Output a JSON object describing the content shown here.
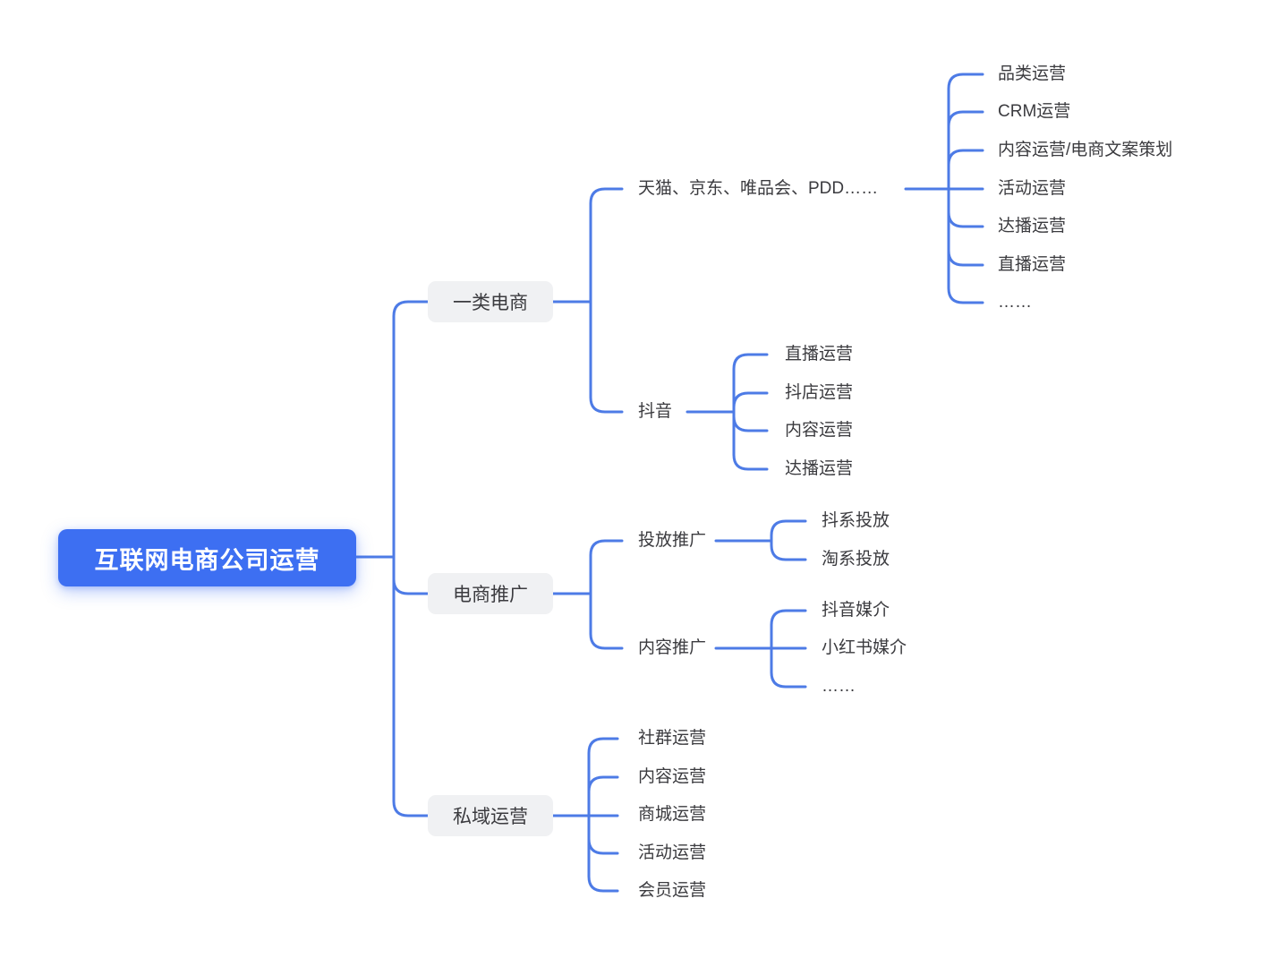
{
  "diagram": {
    "type": "mindmap",
    "title": "互联网电商公司运营",
    "colors": {
      "connector": "#4D7BE6",
      "root_bg": "#3D6FF2",
      "root_text": "#FFFFFF",
      "branch_bg": "#F0F1F3",
      "label_text": "#3B3B3F"
    },
    "root": {
      "label": "互联网电商公司运营"
    },
    "branches": [
      {
        "label": "一类电商",
        "children": [
          {
            "label": "天猫、京东、唯品会、PDD……",
            "children": [
              {
                "label": "品类运营"
              },
              {
                "label": "CRM运营"
              },
              {
                "label": "内容运营/电商文案策划"
              },
              {
                "label": "活动运营"
              },
              {
                "label": "达播运营"
              },
              {
                "label": "直播运营"
              },
              {
                "label": "……"
              }
            ]
          },
          {
            "label": "抖音",
            "children": [
              {
                "label": "直播运营"
              },
              {
                "label": "抖店运营"
              },
              {
                "label": "内容运营"
              },
              {
                "label": "达播运营"
              }
            ]
          }
        ]
      },
      {
        "label": "电商推广",
        "children": [
          {
            "label": "投放推广",
            "children": [
              {
                "label": "抖系投放"
              },
              {
                "label": "淘系投放"
              }
            ]
          },
          {
            "label": "内容推广",
            "children": [
              {
                "label": "抖音媒介"
              },
              {
                "label": "小红书媒介"
              },
              {
                "label": "……"
              }
            ]
          }
        ]
      },
      {
        "label": "私域运营",
        "children": [
          {
            "label": "社群运营"
          },
          {
            "label": "内容运营"
          },
          {
            "label": "商城运营"
          },
          {
            "label": "活动运营"
          },
          {
            "label": "会员运营"
          }
        ]
      }
    ]
  }
}
